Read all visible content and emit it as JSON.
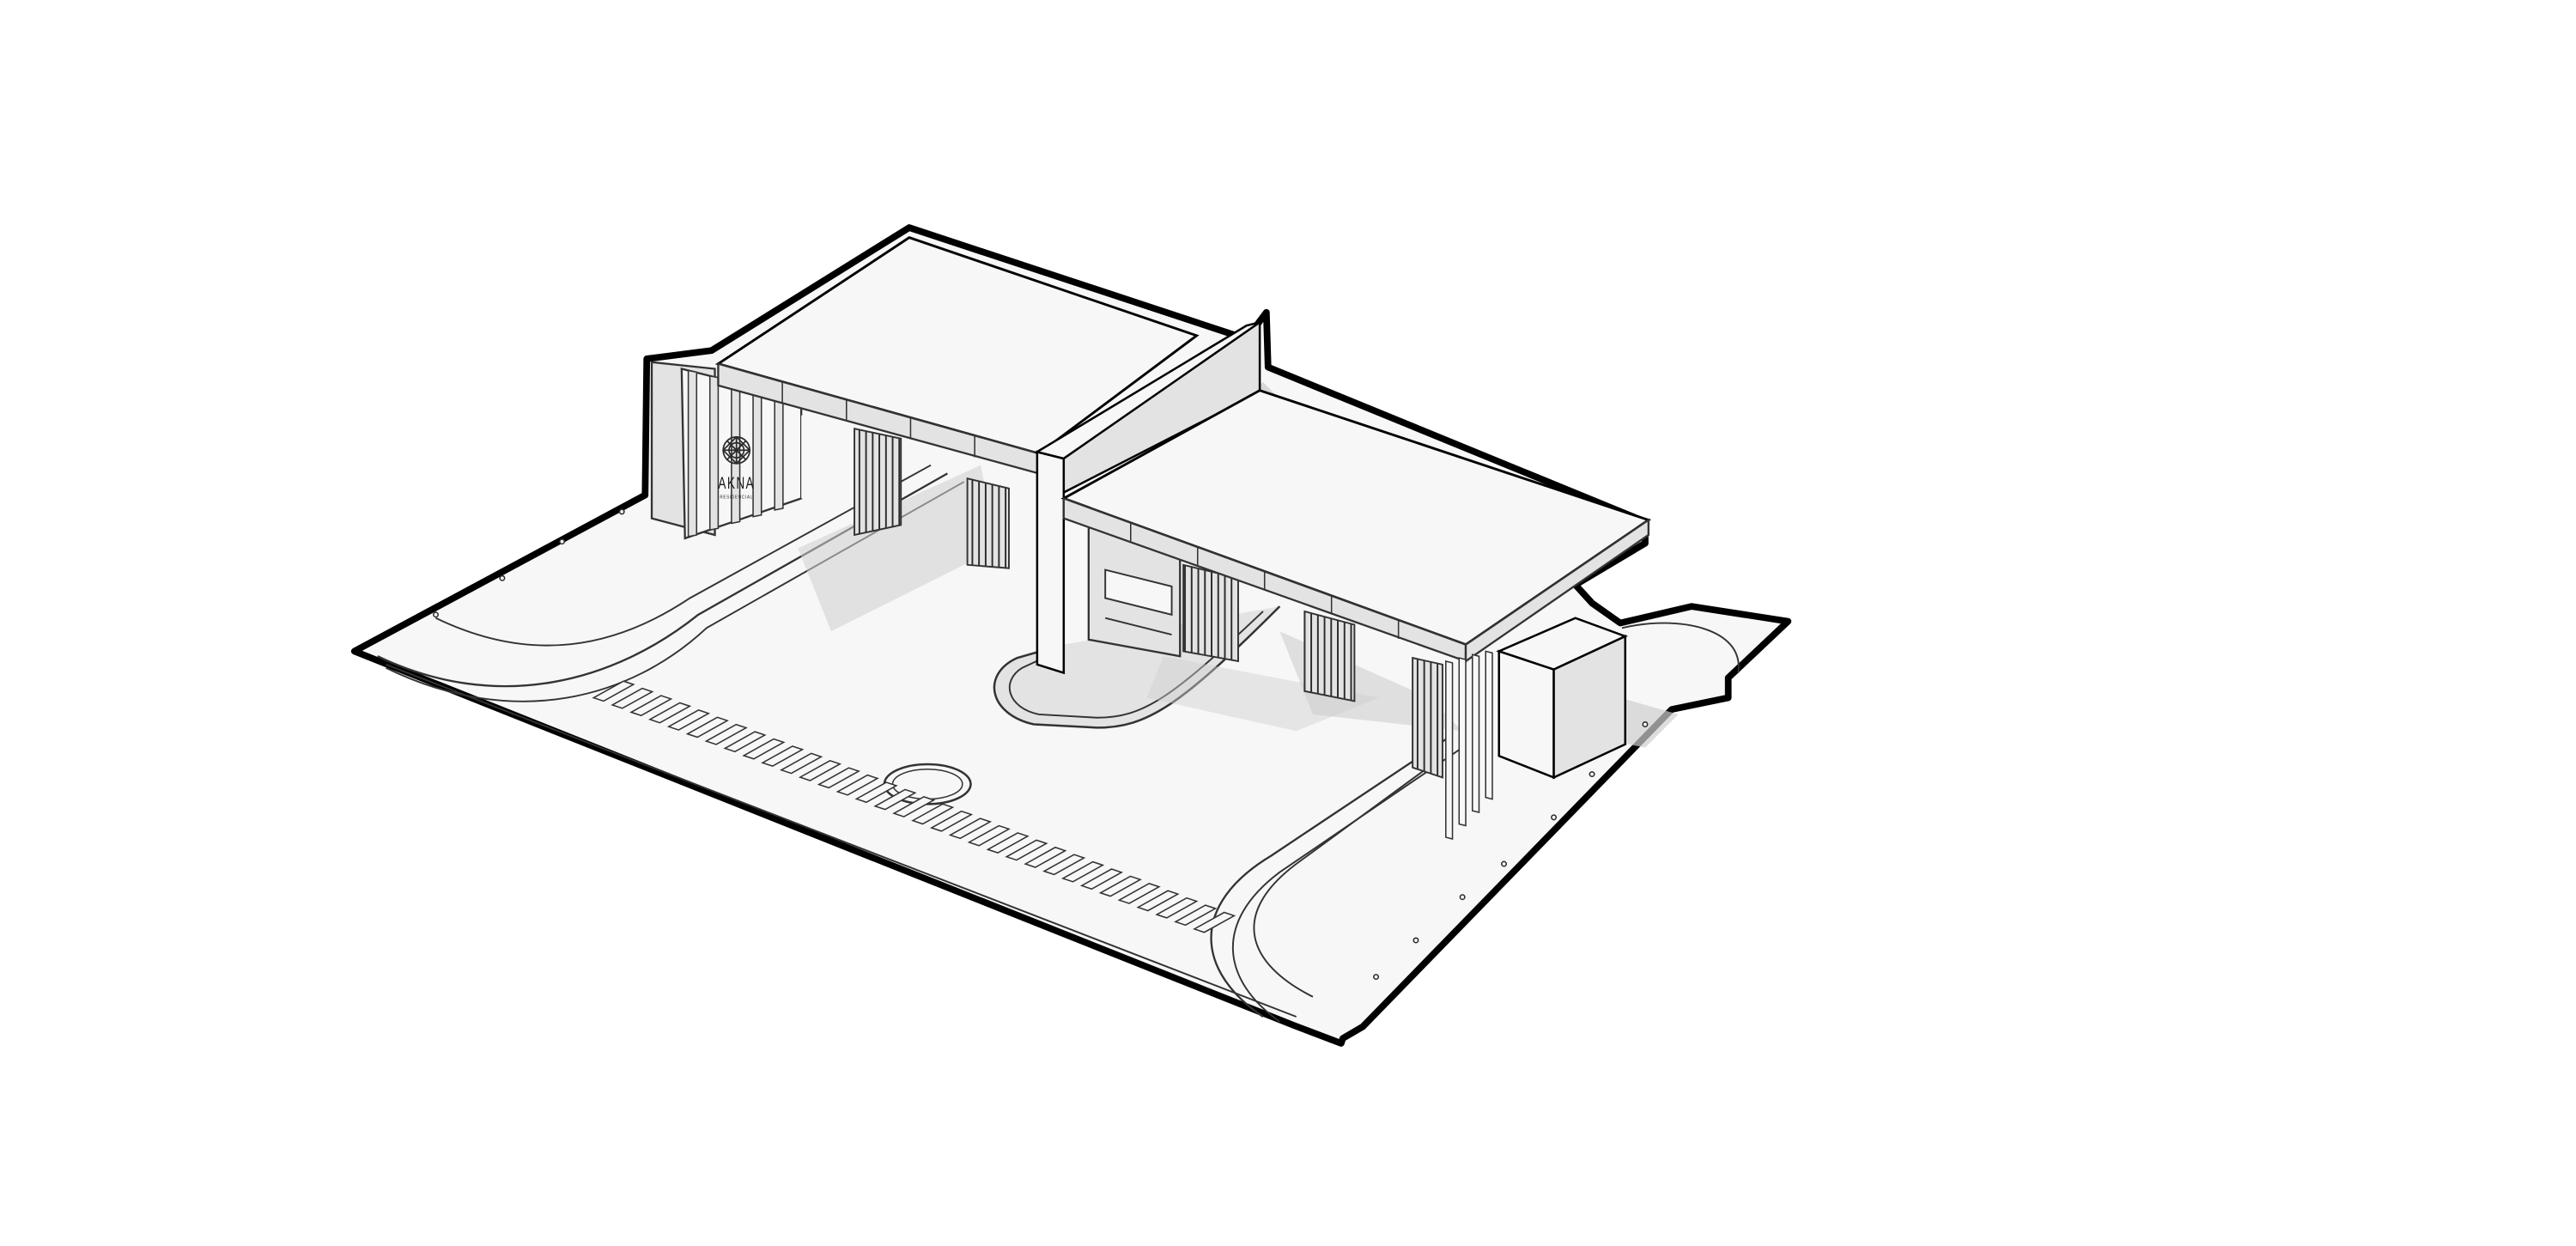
{
  "drawing": {
    "style": "isometric-line-drawing",
    "colors": {
      "background": "#ffffff",
      "outline": "#000000",
      "line": "#333333",
      "surface_light": "#f7f7f7",
      "surface_mid": "#e3e3e3",
      "shadow": "#cfcfcf",
      "louver_dark": "#2b2b2b"
    }
  },
  "signage": {
    "logo_icon": "mandala-emblem-icon",
    "brand_name": "AKNA",
    "brand_tagline": "RESIDENCIAL"
  }
}
